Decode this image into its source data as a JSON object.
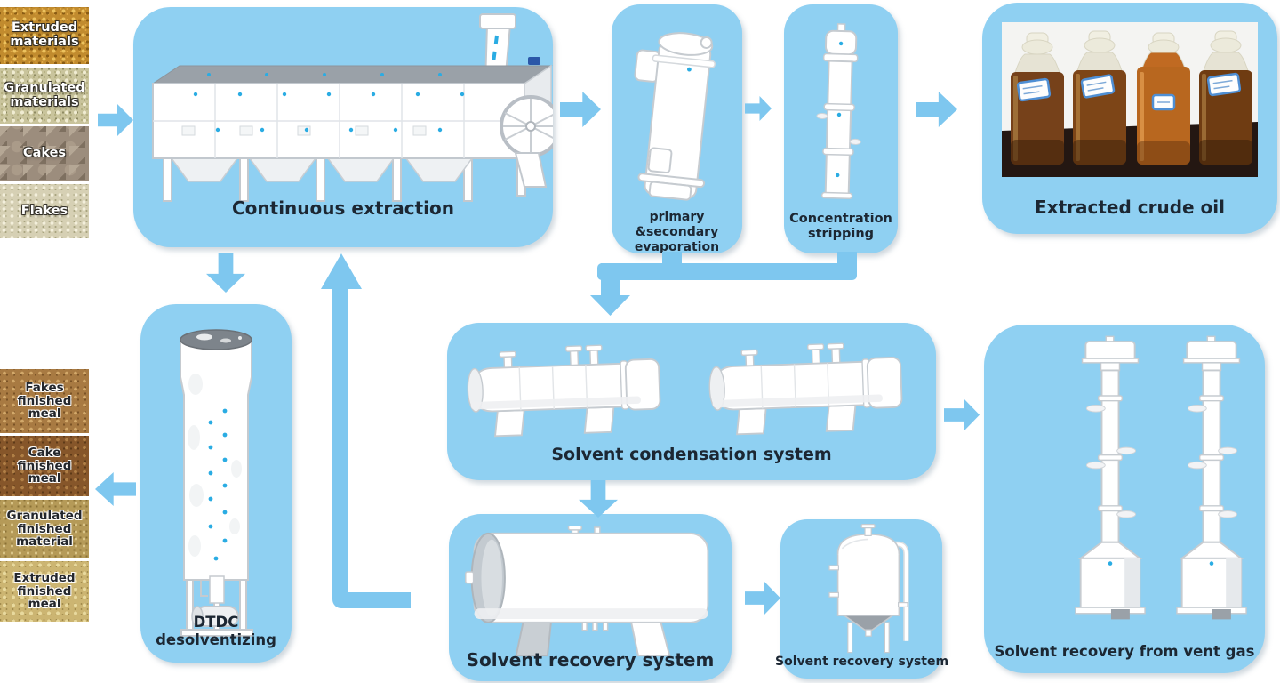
{
  "colors": {
    "panel": "#8fd0f2",
    "arrow": "#7ec7ef",
    "text": "#1c2733",
    "dot": "#2aace3"
  },
  "inputs": [
    {
      "label": "Extruded materials"
    },
    {
      "label": "Granulated materials"
    },
    {
      "label": "Cakes"
    },
    {
      "label": "Flakes"
    }
  ],
  "outputs": [
    {
      "label": "Fakes finished meal"
    },
    {
      "label": "Cake finished meal"
    },
    {
      "label": "Granulated finished material"
    },
    {
      "label": "Extruded finished meal"
    }
  ],
  "stations": {
    "extraction": {
      "label": "Continuous extraction"
    },
    "evaporation": {
      "label": "primary &secondary evaporation"
    },
    "stripping": {
      "label": "Concentration stripping"
    },
    "crude_oil": {
      "label": "Extracted crude oil"
    },
    "dtdc": {
      "label": "DTDC desolventizing"
    },
    "condensation": {
      "label": "Solvent condensation system"
    },
    "recovery_main": {
      "label": "Solvent recovery system"
    },
    "recovery_aux": {
      "label": "Solvent recovery system"
    },
    "vent_gas": {
      "label": "Solvent recovery from vent gas"
    }
  }
}
